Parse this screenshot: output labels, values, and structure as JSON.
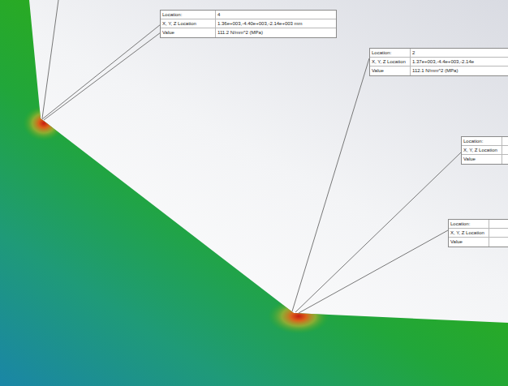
{
  "diagram": {
    "nodes": [
      {
        "text": [
          "Location:",
          "4",
          "X, Y, Z Location",
          "1.36e+003,-4.40e+003,-2.14e+003 mm",
          "Value",
          "111.2  N/mm^2 (MPa)"
        ]
      },
      {
        "text": [
          "Location:",
          "2",
          "X, Y, Z Location",
          "1.37e+003,-4.4e+003,-2.14e",
          "Value",
          "112.1  N/mm^2 (MPa)"
        ]
      },
      {
        "text": [
          "Location:",
          "X, Y, Z Location",
          "Value"
        ]
      },
      {
        "text": [
          "Location:",
          "X, Y, Z Location",
          "Value"
        ]
      }
    ]
  }
}
